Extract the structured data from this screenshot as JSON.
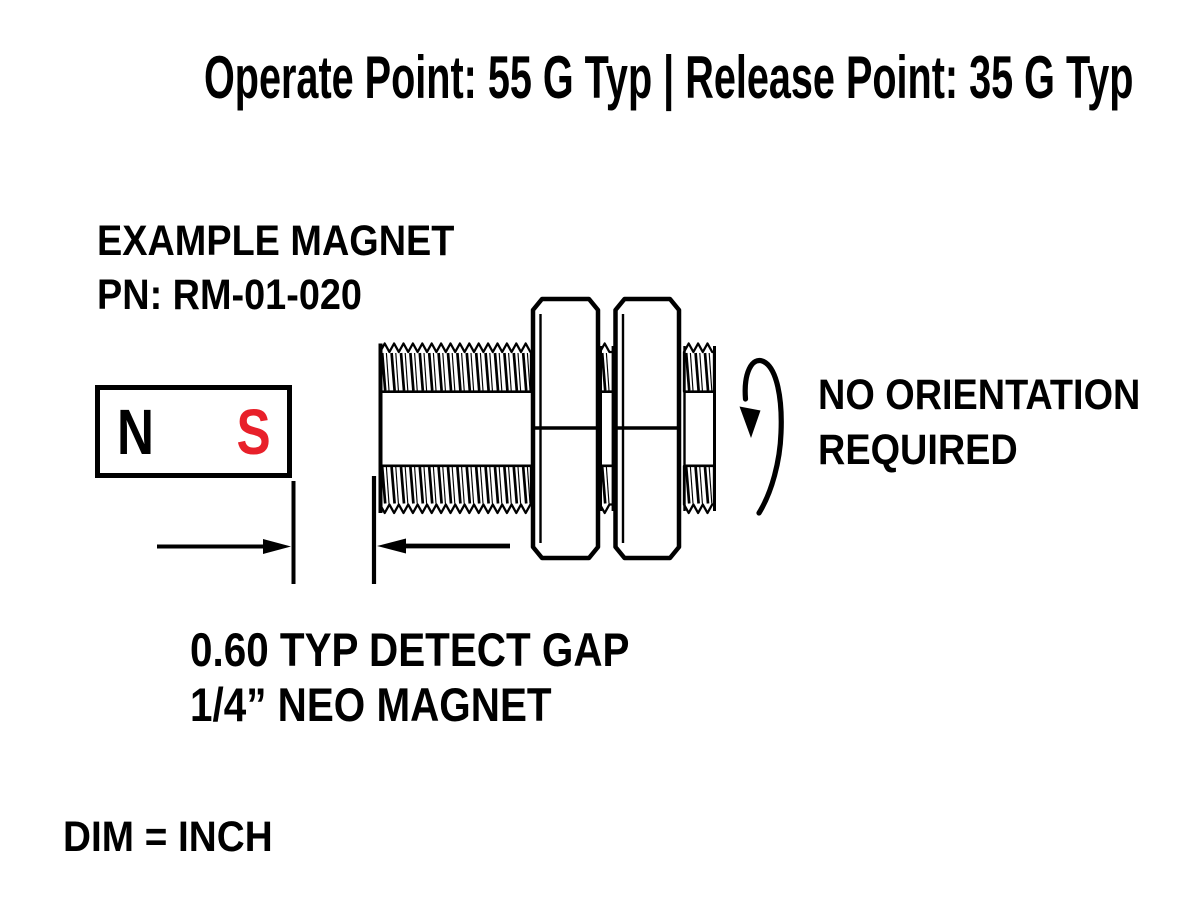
{
  "title": "Operate Point: 55 G Typ | Release Point: 35 G Typ",
  "magnet": {
    "heading": "EXAMPLE MAGNET",
    "part_number": "PN: RM-01-020",
    "north": "N",
    "south": "S"
  },
  "orientation_note": {
    "line1": "NO ORIENTATION",
    "line2": "REQUIRED"
  },
  "gap_note": {
    "line1": "0.60 TYP DETECT GAP",
    "line2": "1/4” NEO MAGNET"
  },
  "units_note": "DIM = INCH",
  "icons": {
    "rotation_arrow": "curved-rotation-arrow",
    "gap_arrows": "inward-pointing-dimension-arrows"
  },
  "colors": {
    "ink": "#000000",
    "south": "#e8202a",
    "background": "#ffffff"
  }
}
